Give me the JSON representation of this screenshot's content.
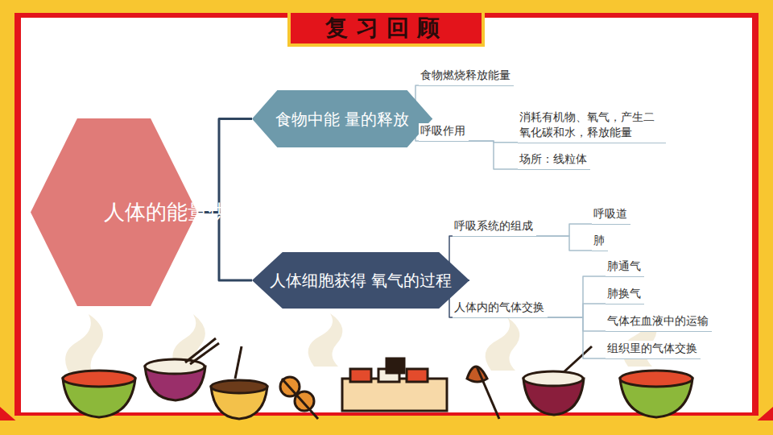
{
  "diagram": {
    "title": "复习回顾",
    "nodes": [
      {
        "text": [
          "人体的能量供应"
        ]
      },
      {
        "text": [
          "食物中能 量的释放"
        ]
      },
      {
        "text": [
          "人体细胞获得 氧气的过程"
        ]
      },
      {
        "text": [
          "食物燃烧释放能量"
        ]
      },
      {
        "text": [
          "呼吸作用"
        ]
      },
      {
        "text": [
          "消耗有机物、氧气，产生二 氧化碳和水，释放能量"
        ]
      },
      {
        "text": [
          "场所：线粒体"
        ]
      },
      {
        "text": [
          "呼吸系统的组成"
        ]
      },
      {
        "text": [
          "呼吸道"
        ]
      },
      {
        "text": [
          "肺"
        ]
      },
      {
        "text": [
          "人体内的气体交换"
        ]
      },
      {
        "text": [
          "肺通气"
        ]
      },
      {
        "text": [
          "肺换气"
        ]
      },
      {
        "text": [
          "气体在血液中的运输"
        ]
      },
      {
        "text": [
          "组织里的气体交换"
        ]
      }
    ],
    "edges": [
      {
        "from": 0,
        "to": 1,
        "arrow": "none"
      },
      {
        "from": 0,
        "to": 2,
        "arrow": "none"
      },
      {
        "from": 1,
        "to": 3,
        "arrow": "none"
      },
      {
        "from": 1,
        "to": 4,
        "arrow": "none"
      },
      {
        "from": 4,
        "to": 5,
        "arrow": "none"
      },
      {
        "from": 4,
        "to": 6,
        "arrow": "none"
      },
      {
        "from": 2,
        "to": 7,
        "arrow": "none"
      },
      {
        "from": 2,
        "to": 10,
        "arrow": "none"
      },
      {
        "from": 7,
        "to": 8,
        "arrow": "none"
      },
      {
        "from": 7,
        "to": 9,
        "arrow": "none"
      },
      {
        "from": 10,
        "to": 11,
        "arrow": "none"
      },
      {
        "from": 10,
        "to": 12,
        "arrow": "none"
      },
      {
        "from": 10,
        "to": 13,
        "arrow": "none"
      },
      {
        "from": 10,
        "to": 14,
        "arrow": "none"
      }
    ]
  }
}
